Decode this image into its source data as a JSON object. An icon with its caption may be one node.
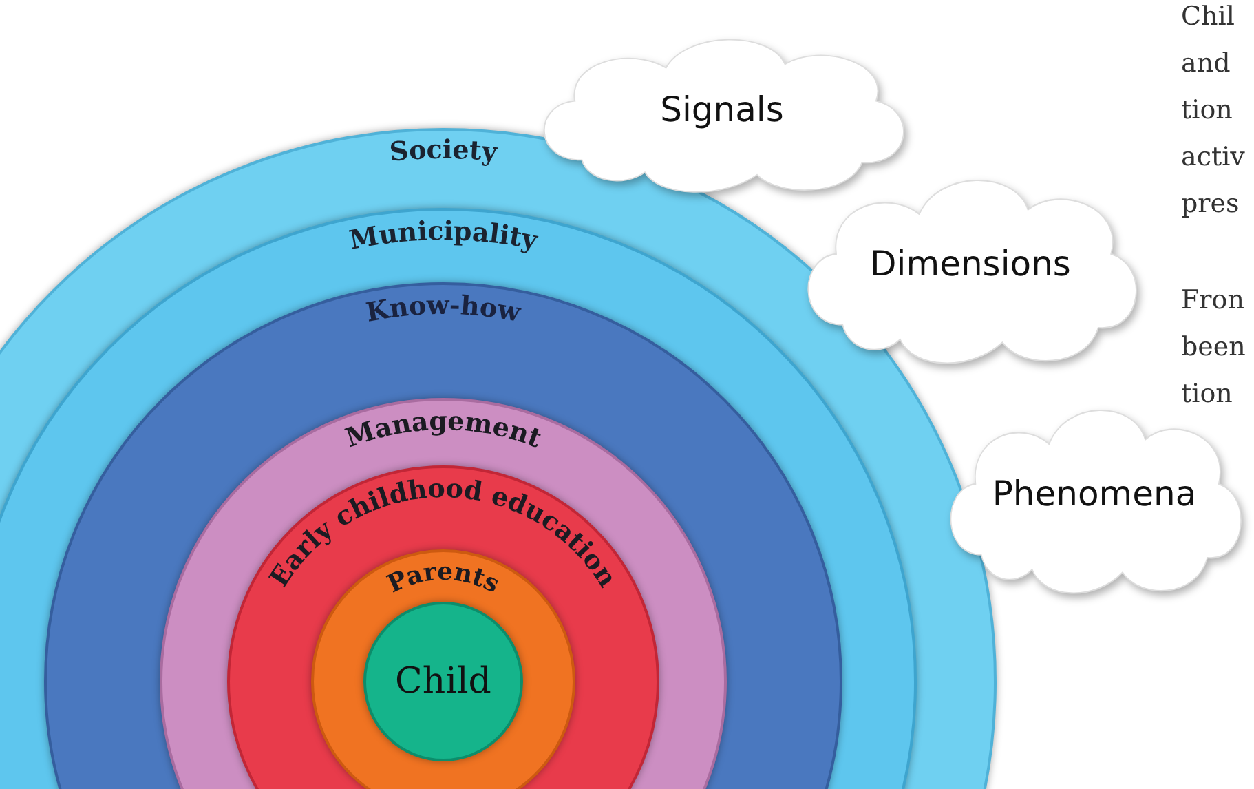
{
  "diagram": {
    "nodes": [
      {
        "text": [
          "Society"
        ]
      },
      {
        "text": [
          "Municipality"
        ],
        "in": 0
      },
      {
        "text": [
          "Know-how"
        ],
        "in": 1
      },
      {
        "text": [
          "Management"
        ],
        "in": 2
      },
      {
        "text": [
          "Early childhood education"
        ],
        "in": 3
      },
      {
        "text": [
          "Parents"
        ],
        "in": 4
      },
      {
        "text": [
          "Child"
        ],
        "in": 5
      },
      {
        "text": [
          "Signals"
        ]
      },
      {
        "text": [
          "Dimensions"
        ]
      },
      {
        "text": [
          "Phenomena"
        ]
      }
    ],
    "labels": [
      "Chil",
      "and",
      "tion",
      "activ",
      "pres",
      "Fron",
      "been",
      "tion"
    ]
  }
}
